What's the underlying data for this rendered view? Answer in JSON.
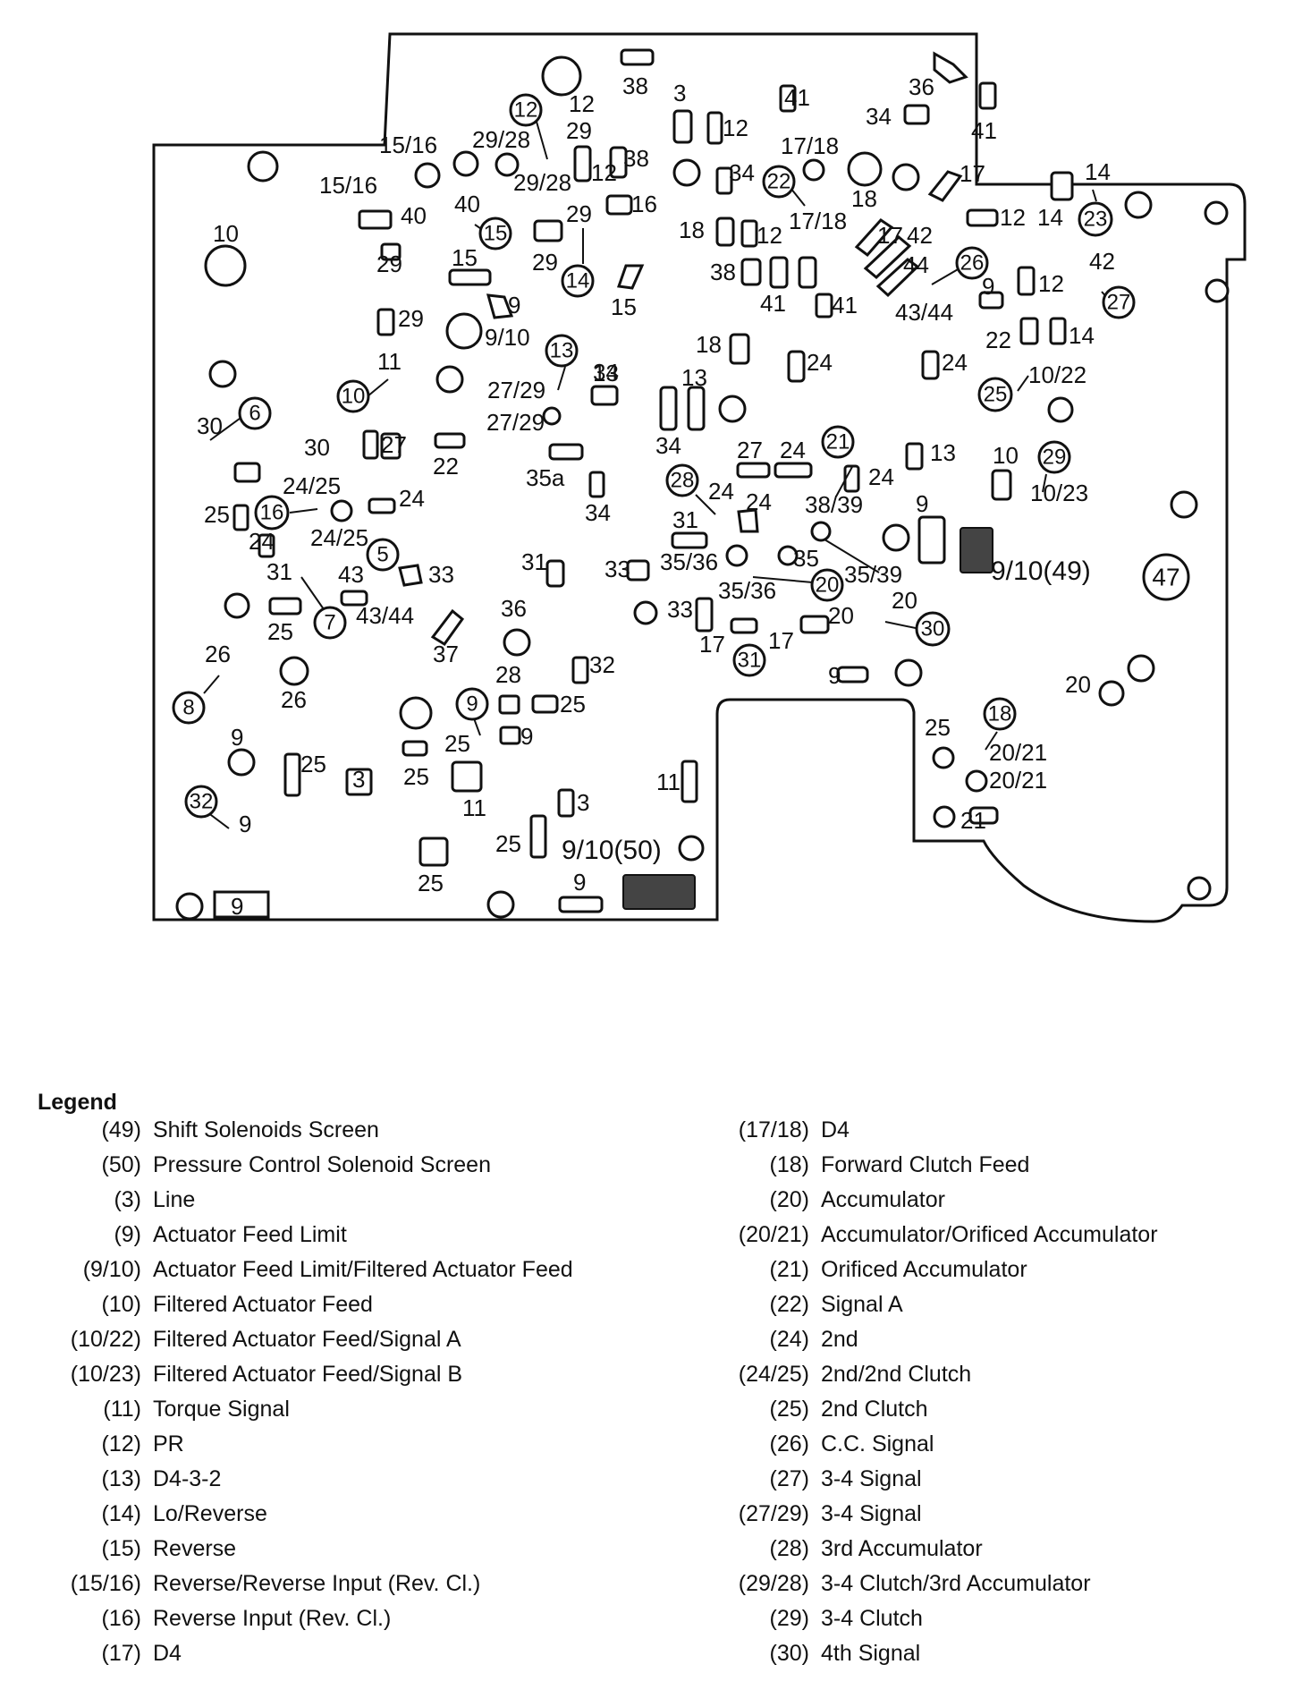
{
  "diagram": {
    "labels": [
      "38",
      "3",
      "41",
      "36",
      "34",
      "41",
      "12",
      "12",
      "29",
      "15/16",
      "29/28",
      "15/16",
      "29/28",
      "38",
      "12",
      "34",
      "17/18",
      "17",
      "17/18",
      "40",
      "40",
      "16",
      "29",
      "18",
      "12",
      "14",
      "12",
      "14",
      "10",
      "15",
      "29",
      "15",
      "18",
      "12",
      "17",
      "42",
      "29",
      "14",
      "38",
      "44",
      "9",
      "41",
      "41",
      "43/44",
      "9",
      "12",
      "29",
      "9/10",
      "22",
      "14",
      "11",
      "18",
      "24",
      "24",
      "10/22",
      "13",
      "27/29",
      "30",
      "27/29",
      "13",
      "34",
      "30",
      "27",
      "22",
      "35a",
      "27",
      "24",
      "24",
      "13",
      "10",
      "34",
      "24/25",
      "24",
      "34",
      "24",
      "38/39",
      "10/23",
      "25",
      "24",
      "24/25",
      "31",
      "9",
      "31",
      "35/36",
      "35",
      "35/39",
      "33",
      "33",
      "43",
      "35/36",
      "20",
      "25",
      "43/44",
      "36",
      "33",
      "20",
      "17",
      "17",
      "37",
      "26",
      "28",
      "32",
      "20",
      "9",
      "26",
      "25",
      "25",
      "9",
      "25",
      "21",
      "25",
      "11",
      "9",
      "3",
      "25",
      "9",
      "25",
      "9",
      "20/21",
      "20/21"
    ],
    "refs": [
      "12",
      "22",
      "15",
      "14",
      "23",
      "26",
      "27",
      "13",
      "10",
      "25",
      "6",
      "21",
      "29",
      "28",
      "16",
      "5",
      "7",
      "20",
      "30",
      "31",
      "8",
      "9",
      "18",
      "32",
      "47"
    ],
    "screen_labels": [
      "9/10(49)",
      "9/10(50)"
    ]
  },
  "legend": {
    "title": "Legend",
    "left": [
      {
        "code": "(49)",
        "desc": "Shift Solenoids Screen"
      },
      {
        "code": "(50)",
        "desc": "Pressure Control Solenoid Screen"
      },
      {
        "code": "(3)",
        "desc": "Line"
      },
      {
        "code": "(9)",
        "desc": "Actuator Feed Limit"
      },
      {
        "code": "(9/10)",
        "desc": "Actuator Feed Limit/Filtered Actuator Feed"
      },
      {
        "code": "(10)",
        "desc": "Filtered Actuator Feed"
      },
      {
        "code": "(10/22)",
        "desc": "Filtered Actuator Feed/Signal A"
      },
      {
        "code": "(10/23)",
        "desc": "Filtered Actuator Feed/Signal B"
      },
      {
        "code": "(11)",
        "desc": "Torque Signal"
      },
      {
        "code": "(12)",
        "desc": "PR"
      },
      {
        "code": "(13)",
        "desc": "D4-3-2"
      },
      {
        "code": "(14)",
        "desc": "Lo/Reverse"
      },
      {
        "code": "(15)",
        "desc": "Reverse"
      },
      {
        "code": "(15/16)",
        "desc": "Reverse/Reverse Input (Rev. Cl.)"
      },
      {
        "code": "(16)",
        "desc": "Reverse Input (Rev. Cl.)"
      },
      {
        "code": "(17)",
        "desc": "D4"
      }
    ],
    "right": [
      {
        "code": "(17/18)",
        "desc": "D4"
      },
      {
        "code": "(18)",
        "desc": "Forward Clutch Feed"
      },
      {
        "code": "(20)",
        "desc": "Accumulator"
      },
      {
        "code": "(20/21)",
        "desc": "Accumulator/Orificed Accumulator"
      },
      {
        "code": "(21)",
        "desc": "Orificed Accumulator"
      },
      {
        "code": "(22)",
        "desc": "Signal A"
      },
      {
        "code": "(24)",
        "desc": "2nd"
      },
      {
        "code": "(24/25)",
        "desc": "2nd/2nd Clutch"
      },
      {
        "code": "(25)",
        "desc": "2nd Clutch"
      },
      {
        "code": "(26)",
        "desc": "C.C. Signal"
      },
      {
        "code": "(27)",
        "desc": "3-4 Signal"
      },
      {
        "code": "(27/29)",
        "desc": "3-4 Signal"
      },
      {
        "code": "(28)",
        "desc": "3rd Accumulator"
      },
      {
        "code": "(29/28)",
        "desc": "3-4 Clutch/3rd Accumulator"
      },
      {
        "code": "(29)",
        "desc": "3-4 Clutch"
      },
      {
        "code": "(30)",
        "desc": "4th Signal"
      }
    ]
  }
}
